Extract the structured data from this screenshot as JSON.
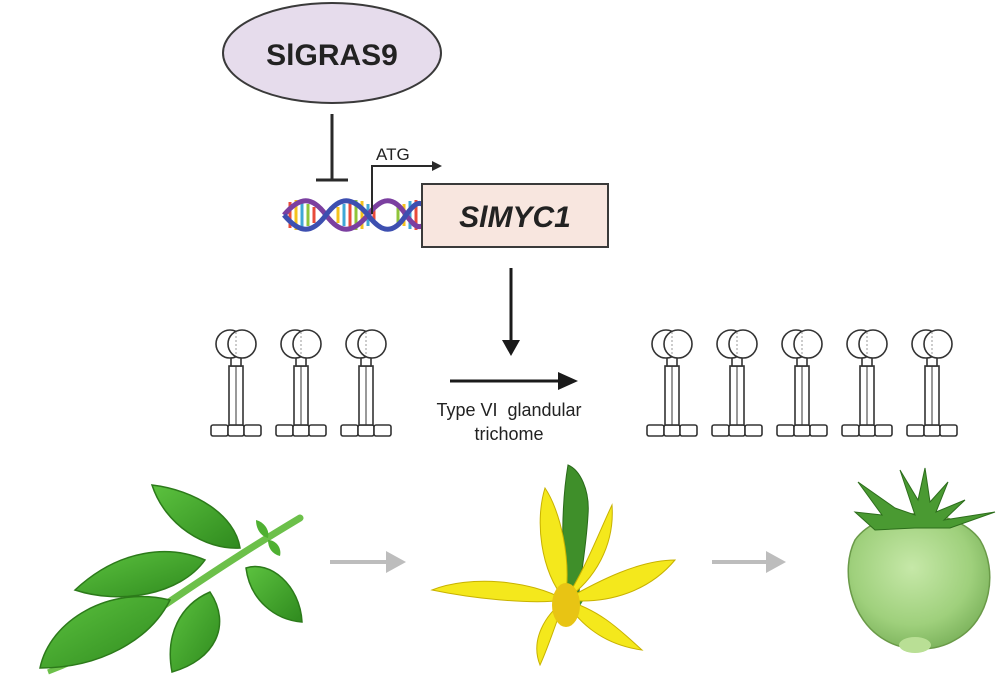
{
  "regulator": {
    "label": "SlGRAS9",
    "fill": "#e6dcec"
  },
  "gene": {
    "label": "SlMYC1",
    "start_codon": "ATG",
    "fill": "#f8e6df"
  },
  "trichome": {
    "caption_line1": "Type VI  glandular",
    "caption_line2": "trichome",
    "count_before": 3,
    "count_after": 5
  },
  "stages": [
    "leaf",
    "flower",
    "fruit"
  ],
  "icons": [
    "dna-helix-icon",
    "trichome-icon",
    "leaf-icon",
    "flower-icon",
    "tomato-fruit-icon",
    "arrow-right-icon",
    "arrow-down-icon",
    "inhibition-bar-icon"
  ],
  "colors": {
    "arrow": "#1a1a1a",
    "stage_arrow": "#bdbdbd",
    "leaf": "#3fa52a",
    "flower": "#f2e318",
    "fruit": "#9fd07c"
  }
}
